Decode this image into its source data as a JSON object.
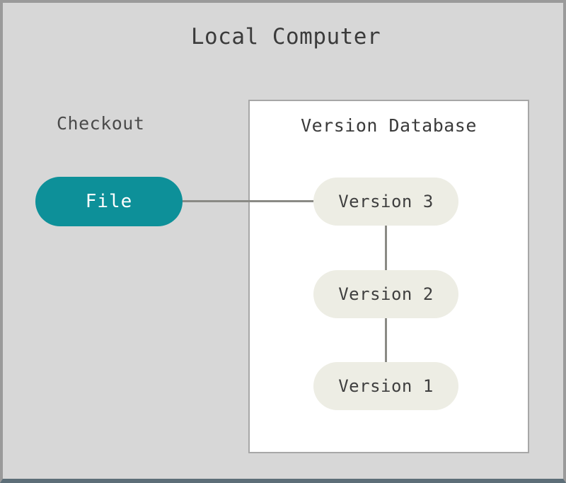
{
  "diagram": {
    "title": "Local Computer",
    "background_color": "#d7d7d7",
    "border_color": "#9a9a9a",
    "bottom_border_color": "#5d6e78"
  },
  "checkout": {
    "label": "Checkout",
    "file_node": {
      "label": "File",
      "fill_color": "#0d9099",
      "text_color": "#ffffff"
    }
  },
  "version_database": {
    "title": "Version Database",
    "panel_background": "#ffffff",
    "panel_border_color": "#a7a7a7",
    "node_fill_color": "#edede4",
    "node_text_color": "#3f3f3f",
    "connector_color": "#8a8a85",
    "versions": [
      {
        "label": "Version 3"
      },
      {
        "label": "Version 2"
      },
      {
        "label": "Version 1"
      }
    ]
  }
}
